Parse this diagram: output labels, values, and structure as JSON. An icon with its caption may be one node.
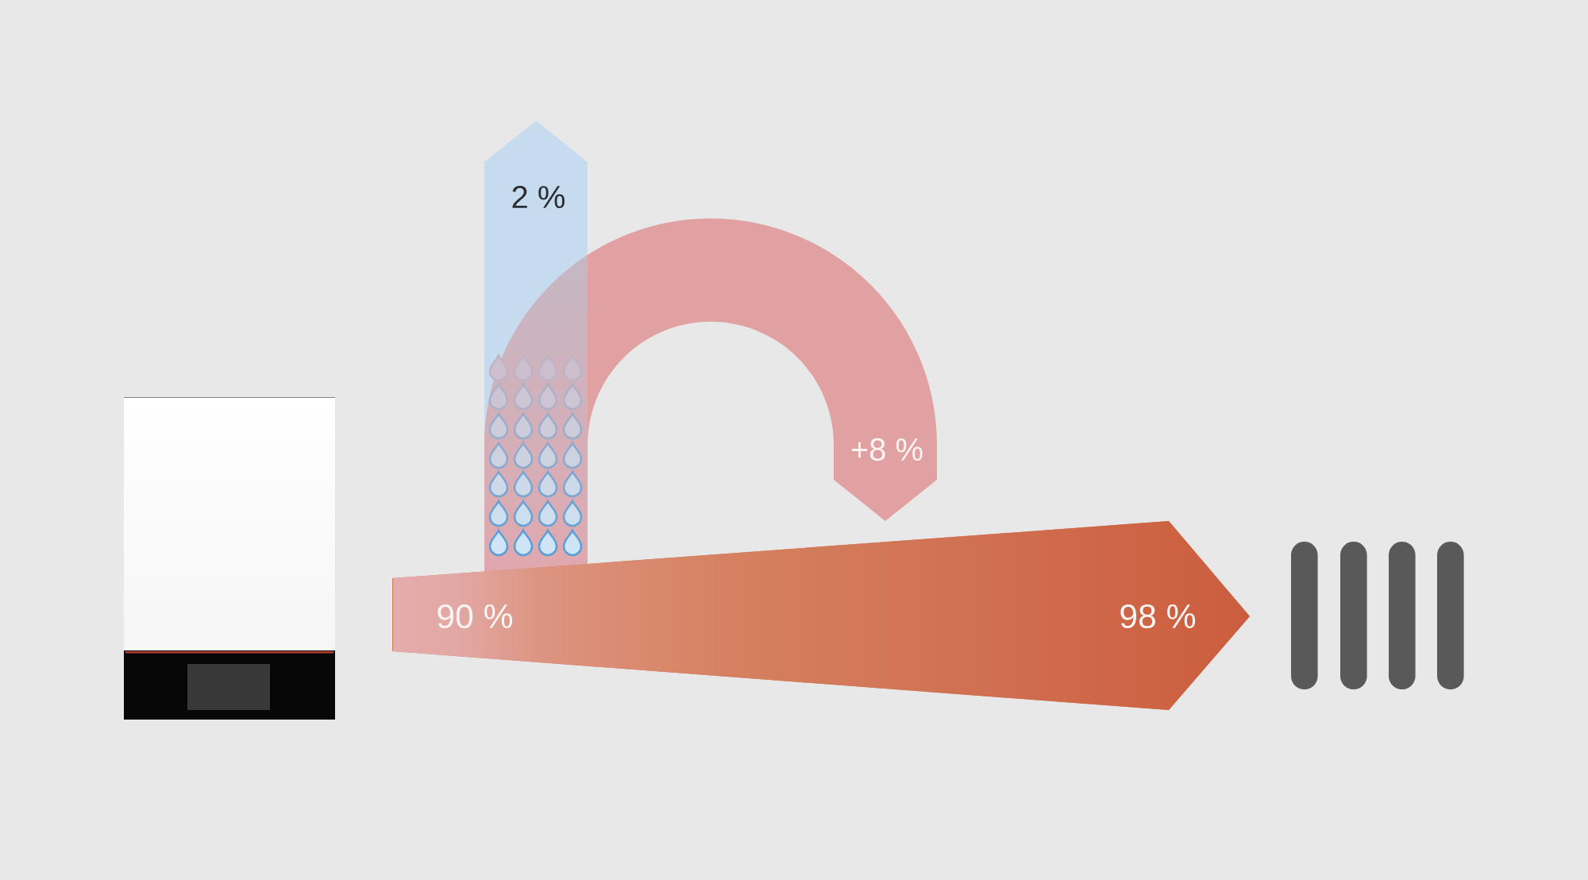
{
  "diagram": {
    "nodes": [
      {
        "text": [
          "2 %"
        ]
      },
      {
        "text": [
          "+8 %"
        ]
      },
      {
        "text": [],
        "shape": "picture"
      },
      {
        "text": [
          "90 %",
          "98 %"
        ]
      },
      {
        "text": [],
        "shape": "picture"
      }
    ]
  }
}
